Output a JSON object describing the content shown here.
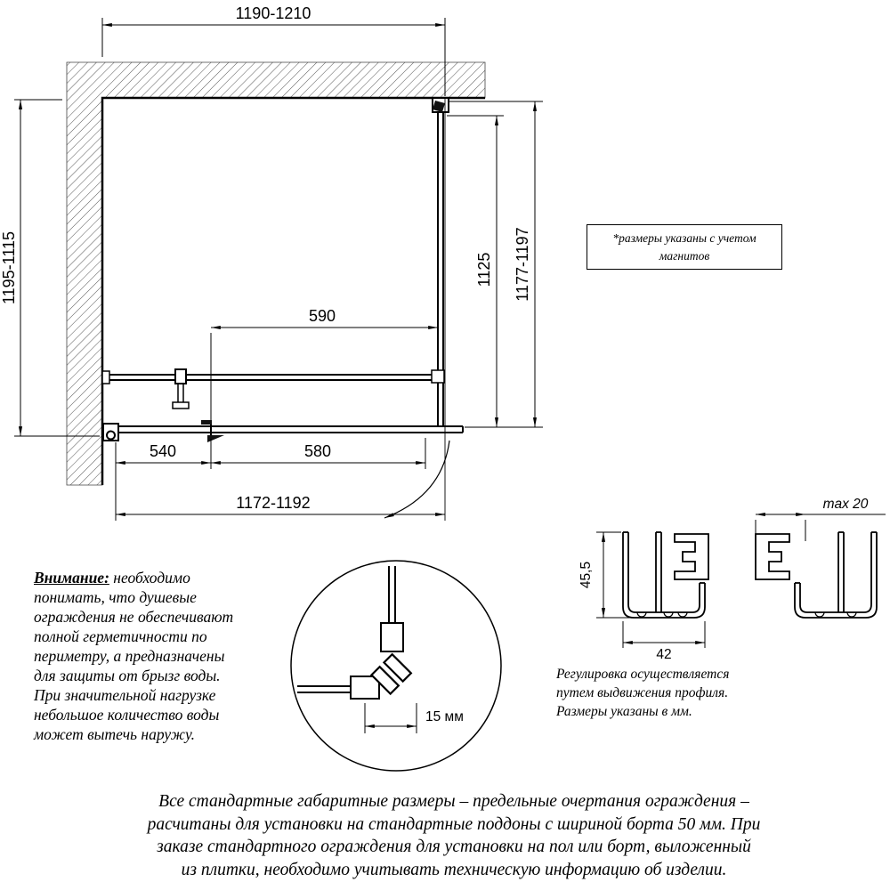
{
  "dimensions": {
    "top_width": "1190-1210",
    "left_height": "1195-1115",
    "inner_height": "1125",
    "right_height": "1177-1197",
    "door_width": "590",
    "bottom_left": "540",
    "bottom_mid": "580",
    "bottom_total": "1172-1192",
    "detail_gap": "15 мм",
    "profile_height": "45,5",
    "profile_width": "42",
    "profile_adjust": "max 20"
  },
  "note_box": {
    "line1": "*размеры указаны с учетом",
    "line2": "магнитов"
  },
  "warning": {
    "title": "Внимание:",
    "rest": " необходимо",
    "lines": [
      "понимать, что душевые",
      "ограждения не обеспечивают",
      "полной герметичности по",
      "периметру, а предназначены",
      "для защиты от брызг воды.",
      "При значительной нагрузке",
      "небольшое количество воды",
      "может вытечь наружу."
    ]
  },
  "profiles_caption": {
    "lines": [
      "Регулировка осуществляется",
      "путем выдвижения профиля.",
      "Размеры указаны в мм."
    ]
  },
  "footer": {
    "lines": [
      "Все стандартные габаритные размеры – предельные очертания ограждения –",
      "расчитаны для установки на стандартные поддоны с шириной борта 50 мм. При",
      "заказе стандартного ограждения для установки на пол или борт, выложенный",
      "из плитки, необходимо учитывать техническую информацию об изделии."
    ]
  }
}
